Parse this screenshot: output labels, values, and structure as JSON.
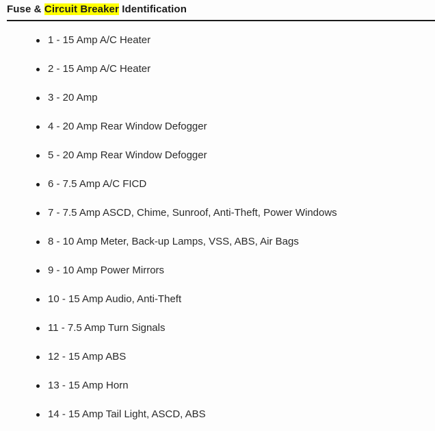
{
  "document": {
    "heading": {
      "prefix": "Fuse & ",
      "highlighted": "Circuit Breaker",
      "suffix": " Identification",
      "highlight_color": "#ffff00"
    },
    "colors": {
      "background": "#fdfdfd",
      "text": "#2a2a2a",
      "heading_text": "#1b1b1b",
      "rule": "#1a1a1a",
      "bullet": "#1a1a1a"
    },
    "list": {
      "marker": "disc",
      "items": [
        {
          "text": "1 - 15 Amp A/C Heater"
        },
        {
          "text": "2 - 15 Amp A/C Heater"
        },
        {
          "text": "3 - 20 Amp"
        },
        {
          "text": "4 - 20 Amp Rear Window Defogger"
        },
        {
          "text": "5 - 20 Amp Rear Window Defogger"
        },
        {
          "text": "6 - 7.5 Amp A/C FICD"
        },
        {
          "text": "7 - 7.5 Amp ASCD, Chime, Sunroof, Anti-Theft, Power Windows"
        },
        {
          "text": "8 - 10 Amp Meter, Back-up Lamps, VSS, ABS, Air Bags"
        },
        {
          "text": "9 - 10 Amp Power Mirrors"
        },
        {
          "text": "10 - 15 Amp Audio, Anti-Theft"
        },
        {
          "text": "11 - 7.5 Amp Turn Signals"
        },
        {
          "text": "12 - 15 Amp ABS"
        },
        {
          "text": "13 - 15 Amp Horn"
        },
        {
          "text": "14 - 15 Amp Tail Light, ASCD, ABS"
        }
      ]
    }
  }
}
